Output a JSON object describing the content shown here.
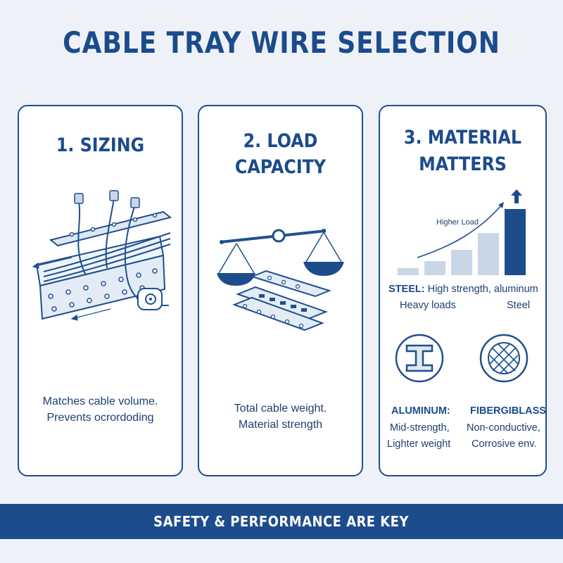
{
  "title": "CABLE TRAY WIRE SELECTION",
  "cards": {
    "sizing": {
      "heading": "1. SIZING",
      "lines": [
        "Matches cable volume.",
        "Prevents ocrordoding"
      ]
    },
    "load": {
      "heading_line1": "2. LOAD",
      "heading_line2": "CAPACITY",
      "lines": [
        "Total cable weight.",
        "Material strength"
      ]
    },
    "material": {
      "heading_line1": "3. MATERIAL",
      "heading_line2": "MATTERS",
      "graph_label": "Higher Load",
      "steel_line1_label": "STEEL:",
      "steel_line1_text": "High strength, aluminum",
      "steel_line2_left": "Heavy loads",
      "steel_line2_right": "Steel",
      "aluminum": {
        "label": "ALUMINUM:",
        "line1": "Mid-strength,",
        "line2": "Lighter weight"
      },
      "fiberglass": {
        "label": "FIBERGIBLASS",
        "line1": "Non-conductive,",
        "line2": "Corrosive env."
      }
    }
  },
  "footer": "SAFETY & PERFORMANCE ARE KEY",
  "colors": {
    "primary": "#1b4b8c",
    "light_bar": "#c9d6e6",
    "dark_bar": "#1d4c8c",
    "background": "#eef2f8"
  },
  "icons": [
    "cable-tray-icon",
    "tape-measure-icon",
    "balance-scale-icon",
    "i-beam-icon",
    "fiberglass-mesh-icon",
    "up-arrow-icon"
  ]
}
